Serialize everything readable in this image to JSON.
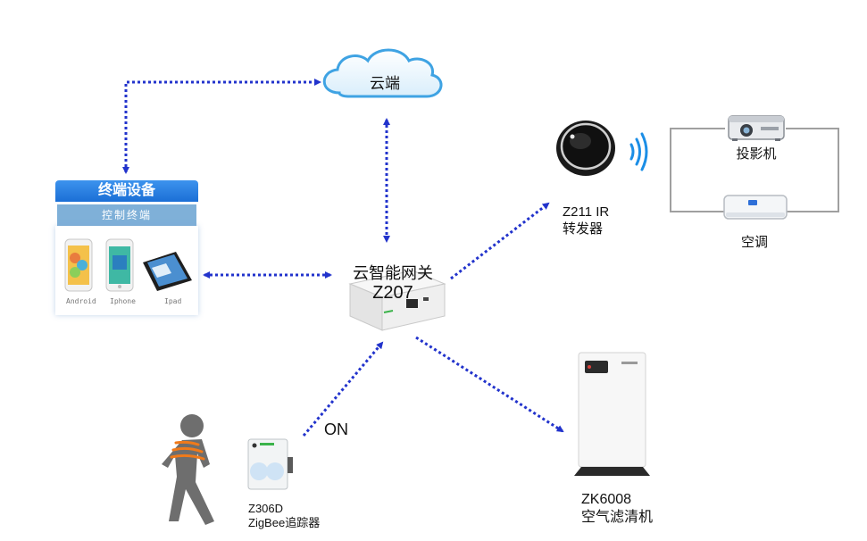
{
  "cloud": {
    "label": "云端"
  },
  "terminal": {
    "title": "终端设备",
    "subtitle": "控制终端",
    "devices": [
      "Android",
      "Iphone",
      "Ipad"
    ]
  },
  "gateway": {
    "name": "云智能网关",
    "model": "Z207"
  },
  "ir_forwarder": {
    "model": "Z211 IR",
    "name": "转发器"
  },
  "projector": {
    "label": "投影机"
  },
  "aircon": {
    "label": "空调"
  },
  "tracker": {
    "model": "Z306D",
    "name": "ZigBee追踪器"
  },
  "trigger": {
    "label": "ON"
  },
  "purifier": {
    "model": "ZK6008",
    "name": "空气滤清机"
  },
  "colors": {
    "arrow": "#2233cc",
    "header": "#2a7fe6",
    "sub": "#7fb0d8",
    "signal": "#1b8ee6",
    "person": "#6e6e6e",
    "waves": "#f07a1a"
  }
}
